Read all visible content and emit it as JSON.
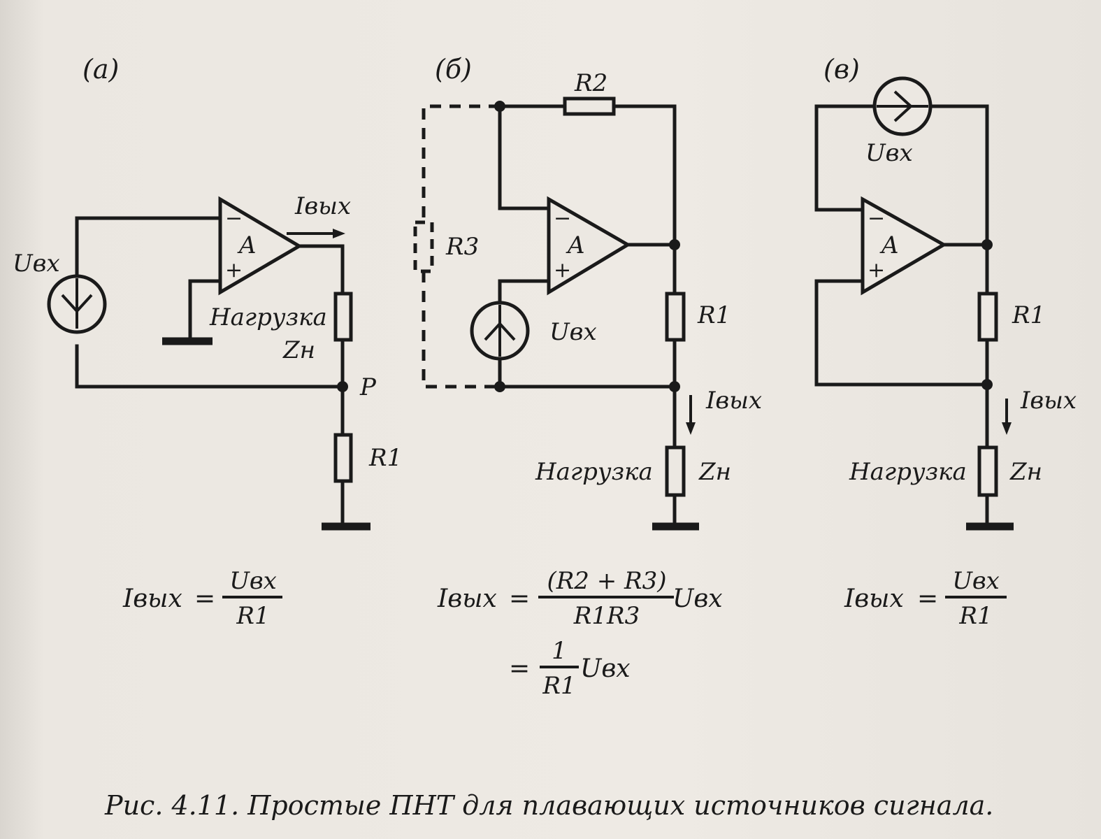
{
  "caption": "Рис. 4.11. Простые ПНТ для плавающих источников сигнала.",
  "panels": [
    {
      "id": "a",
      "tag": "(а)",
      "labels": {
        "amp": "A",
        "minus": "−",
        "plus": "+",
        "current": "Iвых",
        "source": "Uвх",
        "load_title": "Нагрузка",
        "load": "Zн",
        "node": "P",
        "resistor": "R1"
      },
      "formula": {
        "lhs": "Iвых",
        "eq": "=",
        "num": "Uвх",
        "den": "R1"
      }
    },
    {
      "id": "b",
      "tag": "(б)",
      "labels": {
        "amp": "A",
        "minus": "−",
        "plus": "+",
        "r2": "R2",
        "r3": "R3",
        "r1": "R1",
        "source": "Uвх",
        "current": "Iвых",
        "load_title": "Нагрузка",
        "load": "Zн"
      },
      "formula": {
        "lhs": "Iвых",
        "eq": "=",
        "num": "(R2  +  R3)",
        "den": "R1R3",
        "suffix": "Uвх",
        "eq2": "=",
        "num2": "1",
        "den2": "R1",
        "suffix2": "Uвх"
      }
    },
    {
      "id": "c",
      "tag": "(в)",
      "labels": {
        "amp": "A",
        "minus": "−",
        "plus": "+",
        "source": "Uвх",
        "r1": "R1",
        "current": "Iвых",
        "load_title": "Нагрузка",
        "load": "Zн"
      },
      "formula": {
        "lhs": "Iвых",
        "eq": "=",
        "num": "Uвх",
        "den": "R1"
      }
    }
  ],
  "colors": {
    "ink": "#1a1a1a",
    "paper": "#ece8e2"
  }
}
